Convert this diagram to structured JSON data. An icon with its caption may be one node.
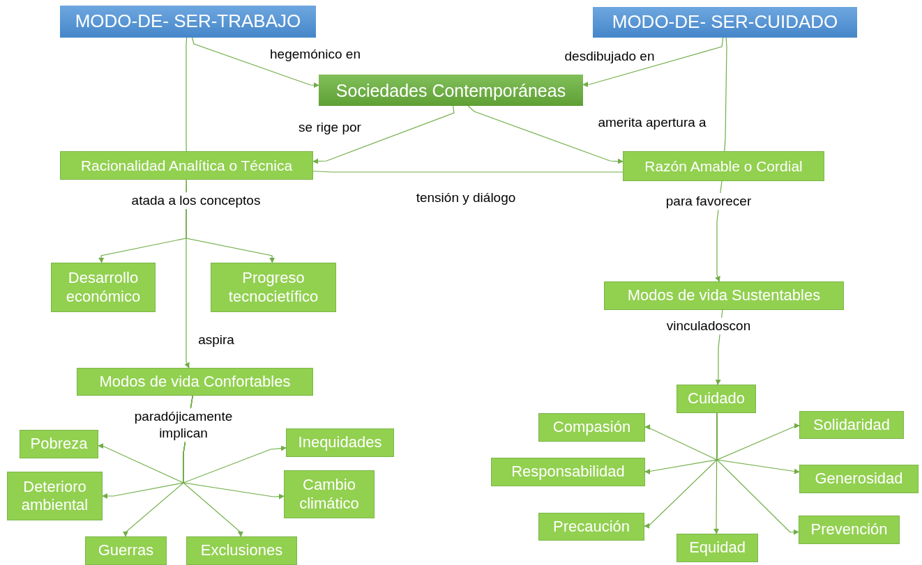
{
  "diagram": {
    "nodes": [
      {
        "text": [
          "MODO-DE- SER-TRABAJO"
        ]
      },
      {
        "text": [
          "MODO-DE- SER-CUIDADO"
        ]
      },
      {
        "text": [
          "Sociedades Contemporáneas"
        ]
      },
      {
        "text": [
          "Racionalidad Analítica o Técnica"
        ]
      },
      {
        "text": [
          "Razón Amable o Cordial"
        ]
      },
      {
        "text": [
          "Desarrollo económico"
        ]
      },
      {
        "text": [
          "Progreso tecnocietífico"
        ]
      },
      {
        "text": [
          "Modos de vida Confortables"
        ]
      },
      {
        "text": [
          "Modos de vida Sustentables"
        ]
      },
      {
        "text": [
          "Cuidado"
        ]
      },
      {
        "text": [
          "Pobreza"
        ]
      },
      {
        "text": [
          "Inequidades"
        ]
      },
      {
        "text": [
          "Deterioro ambiental"
        ]
      },
      {
        "text": [
          "Cambio climático"
        ]
      },
      {
        "text": [
          "Guerras"
        ]
      },
      {
        "text": [
          "Exclusiones"
        ]
      },
      {
        "text": [
          "Compasión"
        ]
      },
      {
        "text": [
          "Solidaridad"
        ]
      },
      {
        "text": [
          "Responsabilidad"
        ]
      },
      {
        "text": [
          "Generosidad"
        ]
      },
      {
        "text": [
          "Precaución"
        ]
      },
      {
        "text": [
          "Equidad"
        ]
      },
      {
        "text": [
          "Prevención"
        ]
      }
    ],
    "edges": [
      {
        "from": 0,
        "to": 2,
        "arrow": "to",
        "label": "hegemónico en"
      },
      {
        "from": 1,
        "to": 2,
        "arrow": "to",
        "label": "desdibujado en"
      },
      {
        "from": 0,
        "to": 3,
        "arrow": "none"
      },
      {
        "from": 1,
        "to": 4,
        "arrow": "none"
      },
      {
        "from": 2,
        "to": 3,
        "arrow": "to",
        "label": "se rige por"
      },
      {
        "from": 2,
        "to": 4,
        "arrow": "to",
        "label": "amerita apertura a"
      },
      {
        "from": 3,
        "to": 4,
        "arrow": "none",
        "label": "tensión y diálogo"
      },
      {
        "from": 4,
        "to": 8,
        "arrow": "to",
        "label": "para favorecer"
      },
      {
        "from": 3,
        "to": 5,
        "arrow": "to"
      },
      {
        "from": 3,
        "to": 6,
        "arrow": "to"
      },
      {
        "from": 3,
        "to": 7,
        "arrow": "to",
        "label": "aspira"
      },
      {
        "from": 7,
        "to": 10,
        "arrow": "to"
      },
      {
        "from": 7,
        "to": 11,
        "arrow": "to"
      },
      {
        "from": 7,
        "to": 12,
        "arrow": "to"
      },
      {
        "from": 7,
        "to": 13,
        "arrow": "to"
      },
      {
        "from": 7,
        "to": 14,
        "arrow": "to"
      },
      {
        "from": 7,
        "to": 15,
        "arrow": "to"
      },
      {
        "from": 8,
        "to": 9,
        "arrow": "to",
        "label": "vinculadoscon"
      },
      {
        "from": 9,
        "to": 16,
        "arrow": "to"
      },
      {
        "from": 9,
        "to": 17,
        "arrow": "to"
      },
      {
        "from": 9,
        "to": 18,
        "arrow": "to"
      },
      {
        "from": 9,
        "to": 19,
        "arrow": "to"
      },
      {
        "from": 9,
        "to": 20,
        "arrow": "to"
      },
      {
        "from": 9,
        "to": 21,
        "arrow": "to"
      },
      {
        "from": 9,
        "to": 22,
        "arrow": "to"
      }
    ],
    "labels": [
      "atada a los conceptos",
      "paradójicamente implican"
    ]
  }
}
